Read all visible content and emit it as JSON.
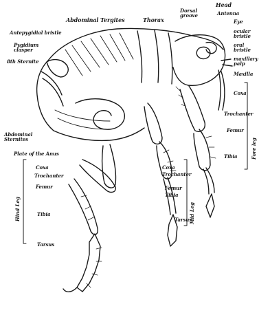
{
  "labels": {
    "abdominal_tergites": "Abdominal Tergites",
    "thorax": "Thorax",
    "dorsal_groove": "Dorsal groove",
    "head": "Head",
    "antenna": "Antenna",
    "eye": "Eye",
    "antepygidial_bristle": "Antepygidial bristle",
    "pygidium_clasper": "Pygidium clasper",
    "eighth_sternite": "8th Sternite",
    "ocular_bristle": "ocular bristle",
    "oral_bristle": "oral bristle",
    "maxillary_palp": "maxillary palp",
    "maxilla": "Maxilla",
    "coxa_fore": "Coxa",
    "trochanter_fore": "Trochanter",
    "femur_fore": "Femur",
    "tibia_fore": "Tibia",
    "fore_leg": "Fore leg",
    "abdominal_sternites": "Abdominal Sternites",
    "plate_of_the_anus": "Plate of the Anus",
    "coxa_hind": "Coxa",
    "trochanter_hind": "Trochanter",
    "femur_hind": "Femur",
    "tibia_hind": "Tibia",
    "tarsus_hind": "Tarsus",
    "hind_leg": "Hind Leg",
    "coxa_mid": "Coxa",
    "trochanter_mid": "Trochanter",
    "femur_mid": "Femur",
    "tibia_mid": "Tibia",
    "tarsus_mid": "Tarsus",
    "mid_leg": "Mid Leg"
  },
  "colors": {
    "ink": "#1a1a1a",
    "paper": "#ffffff"
  }
}
